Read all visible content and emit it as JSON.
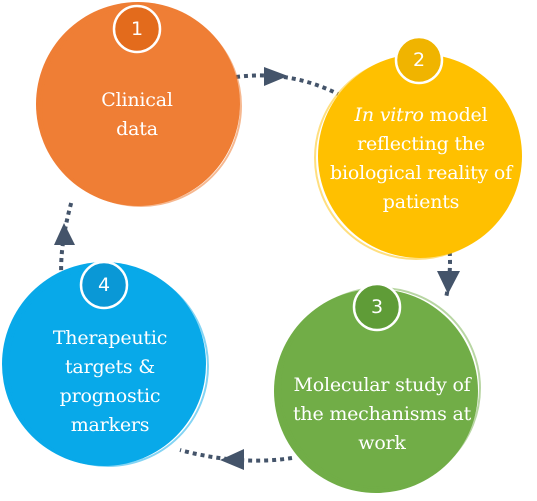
{
  "steps": [
    {
      "number": "1",
      "lines": [
        "Clinical",
        "data"
      ],
      "color": "#ef7e35",
      "badge_color": "#e36b1c"
    },
    {
      "number": "2",
      "lines_italic_prefix": "In vitro",
      "lines": [
        " model",
        "reflecting the",
        "biological reality of",
        "patients"
      ],
      "color": "#ffc000",
      "badge_color": "#f0b400"
    },
    {
      "number": "3",
      "lines": [
        "Molecular study of",
        "the mechanisms at",
        "work"
      ],
      "color": "#71ad47",
      "badge_color": "#5f9c37"
    },
    {
      "number": "4",
      "lines": [
        "Therapeutic",
        "targets &",
        "prognostic",
        "markers"
      ],
      "color": "#08a9e9",
      "badge_color": "#0a98d6"
    }
  ],
  "connector_color": "#44546a"
}
